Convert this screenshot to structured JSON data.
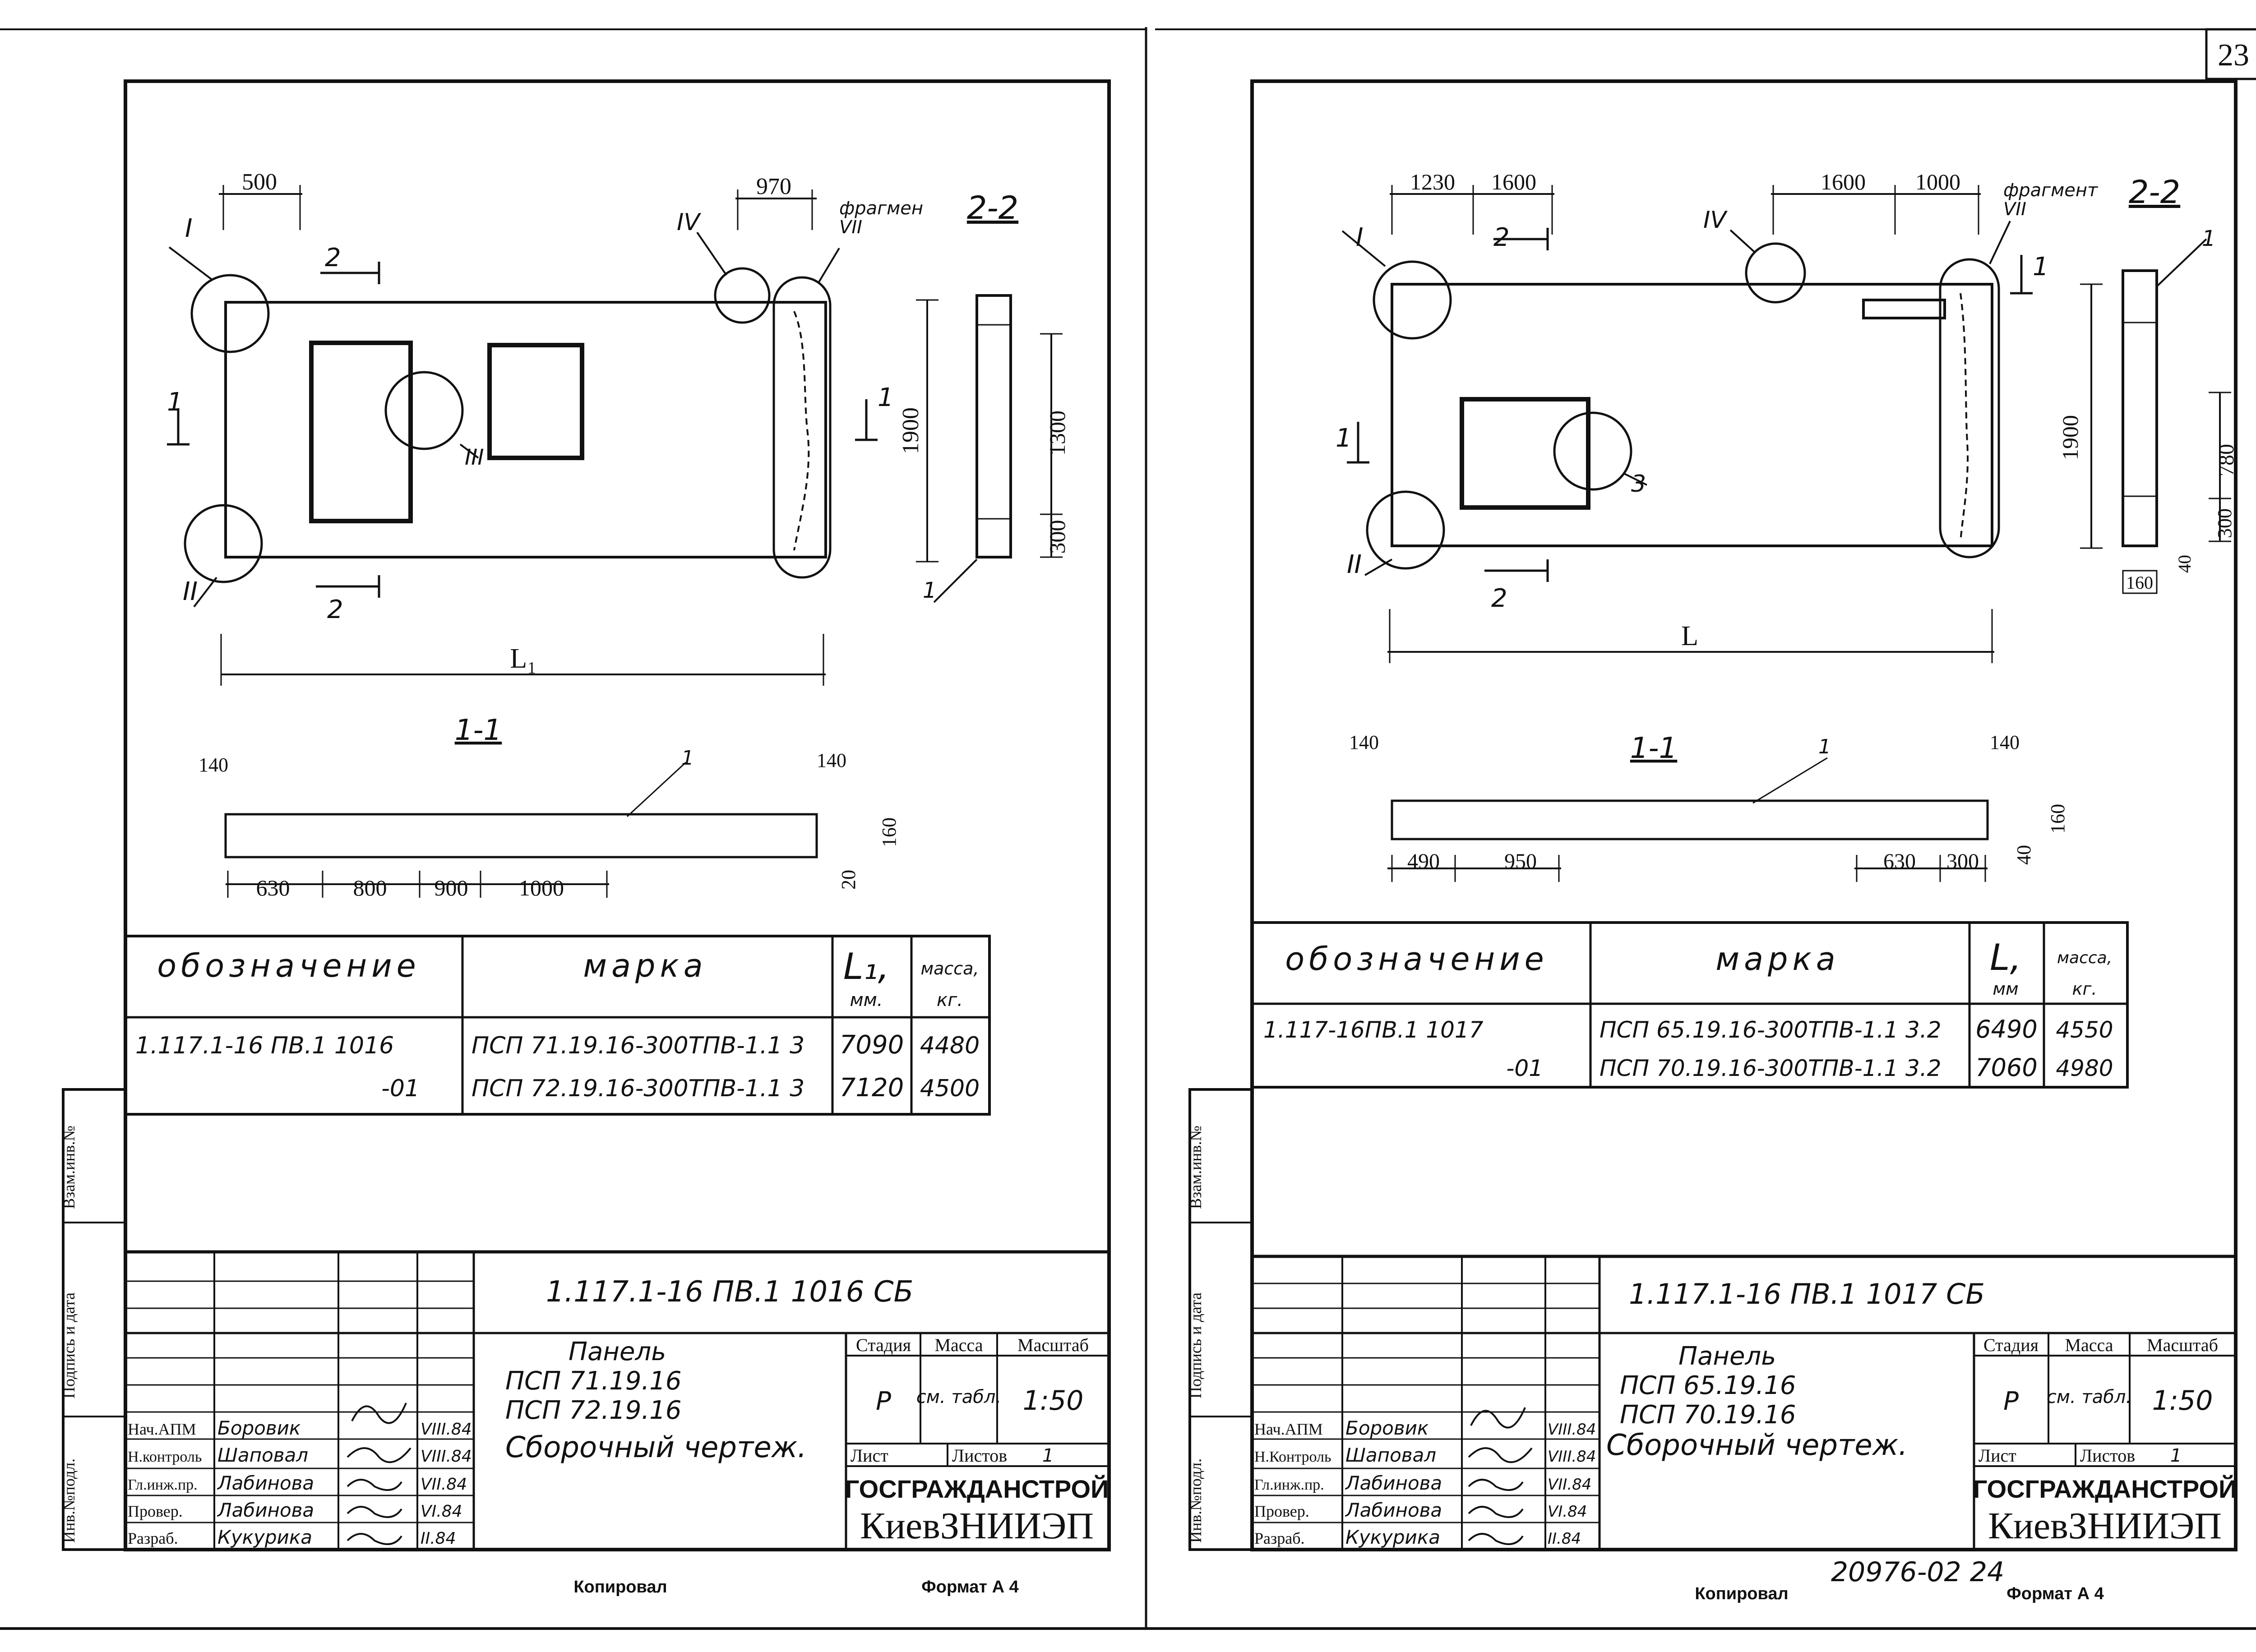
{
  "page_number": "23",
  "copy_number": "20976-02 24",
  "sheets": [
    {
      "id": "left",
      "view_22_title": "2-2",
      "view_11_title": "1-1",
      "fragment_label": "фрагмен\nVII",
      "callouts": {
        "I": "I",
        "II": "II",
        "III": "III",
        "IV": "IV",
        "one": "1",
        "two": "2"
      },
      "dims_top": [
        "500",
        "970"
      ],
      "dim_height": "1900",
      "dim_length": "L₁",
      "side_dims": [
        "1300",
        "300"
      ],
      "section_top_dims": [
        "140",
        "140"
      ],
      "section_bottom_dims": [
        "630",
        "800",
        "900",
        "1000"
      ],
      "section_right_dims": [
        "160",
        "20"
      ],
      "table": {
        "headers": [
          "обозначение",
          "марка",
          "L₁,",
          "масса,"
        ],
        "header_units": [
          "мм.",
          "кг."
        ],
        "rows": [
          [
            "1.117.1-16 ПВ.1 1016",
            "ПСП 71.19.16-300ТПВ-1.1 3",
            "7090",
            "4480"
          ],
          [
            "-01",
            "ПСП 72.19.16-300ТПВ-1.1 3",
            "7120",
            "4500"
          ]
        ]
      },
      "doc_code": "1.117.1-16 ПВ.1 1016 СБ",
      "doc_title": [
        "Панель",
        "ПСП 71.19.16",
        "ПСП 72.19.16",
        "Сборочный чертеж."
      ],
      "stage_headers": [
        "Стадия",
        "Масса",
        "Масштаб"
      ],
      "stage_values": [
        "Р",
        "см. табл.",
        "1:50"
      ],
      "sheet_label": "Лист",
      "sheets_label": "Листов",
      "sheets_count": "1",
      "org_name": "ГОСГРАЖДАНСТРОЙ",
      "org_sub": "КиевЗНИИЭП",
      "signers": [
        [
          "Нач.АПМ",
          "Боровик",
          "VIII.84"
        ],
        [
          "Н.контроль",
          "Шаповал",
          "VIII.84"
        ],
        [
          "Гл.инж.пр.",
          "Лабинова",
          "VII.84"
        ],
        [
          "Провер.",
          "Лабинова",
          "VI.84"
        ],
        [
          "Разраб.",
          "Кукурика",
          "II.84"
        ]
      ],
      "copied_label": "Копировал",
      "format_label": "Формат А 4"
    },
    {
      "id": "right",
      "view_22_title": "2-2",
      "view_11_title": "1-1",
      "fragment_label": "фрагмент\nVII",
      "callouts": {
        "I": "I",
        "II": "II",
        "III": "3",
        "IV": "IV",
        "one": "1",
        "two": "2"
      },
      "dims_top": [
        "1230",
        "1600",
        "1600",
        "1000"
      ],
      "dim_height": "1900",
      "dim_length": "L",
      "side_dims": [
        "780",
        "300",
        "40",
        "160"
      ],
      "section_top_dims": [
        "140",
        "140"
      ],
      "section_bottom_dims": [
        "490",
        "950",
        "630",
        "300"
      ],
      "section_right_dims": [
        "160",
        "40"
      ],
      "table": {
        "headers": [
          "обозначение",
          "марка",
          "L,",
          "масса,"
        ],
        "header_units": [
          "мм",
          "кг."
        ],
        "rows": [
          [
            "1.117-16ПВ.1 1017",
            "ПСП 65.19.16-300ТПВ-1.1 3.2",
            "6490",
            "4550"
          ],
          [
            "-01",
            "ПСП 70.19.16-300ТПВ-1.1 3.2",
            "7060",
            "4980"
          ]
        ]
      },
      "doc_code": "1.117.1-16 ПВ.1 1017 СБ",
      "doc_title": [
        "Панель",
        "ПСП 65.19.16",
        "ПСП 70.19.16",
        "Сборочный чертеж."
      ],
      "stage_headers": [
        "Стадия",
        "Масса",
        "Масштаб"
      ],
      "stage_values": [
        "Р",
        "см. табл.",
        "1:50"
      ],
      "sheet_label": "Лист",
      "sheets_label": "Листов",
      "sheets_count": "1",
      "org_name": "ГОСГРАЖДАНСТРОЙ",
      "org_sub": "КиевЗНИИЭП",
      "signers": [
        [
          "Нач.АПМ",
          "Боровик",
          "VIII.84"
        ],
        [
          "Н.Контроль",
          "Шаповал",
          "VIII.84"
        ],
        [
          "Гл.инж.пр.",
          "Лабинова",
          "VII.84"
        ],
        [
          "Провер.",
          "Лабинова",
          "VI.84"
        ],
        [
          "Разраб.",
          "Кукурика",
          "II.84"
        ]
      ],
      "copied_label": "Копировал",
      "format_label": "Формат А 4"
    }
  ],
  "side_stamp_labels": [
    "Взам.инв.№",
    "Подпись и дата",
    "Инв.№подл."
  ]
}
